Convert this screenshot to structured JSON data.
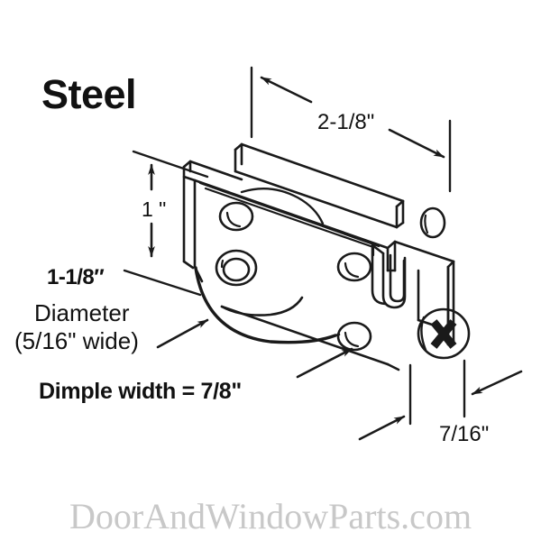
{
  "title": "Steel",
  "watermark": "DoorAndWindowParts.com",
  "product": {
    "material": "Steel",
    "type": "sliding-door-roller-assembly"
  },
  "dimensions": {
    "overall_width": "2-1/8\"",
    "height": "1 \"",
    "wheel_diameter_value": "1-1/8″",
    "wheel_diameter_word": "Diameter",
    "wheel_width": "(5/16\" wide)",
    "dimple_width": "Dimple width = 7/8\"",
    "housing_thickness": "7/16\""
  },
  "colors": {
    "background": "#ffffff",
    "line": "#1a1a1a",
    "text": "#111111",
    "watermark": "#c8c8c8"
  },
  "parts": [
    {
      "name": "top-mounting-rail",
      "label": ""
    },
    {
      "name": "roller-wheel",
      "label": ""
    },
    {
      "name": "housing-body",
      "label": ""
    },
    {
      "name": "phillips-adjustment-screw",
      "label": ""
    },
    {
      "name": "rivet-upper-left",
      "label": ""
    },
    {
      "name": "rivet-axle",
      "label": ""
    },
    {
      "name": "rivet-middle-right",
      "label": ""
    },
    {
      "name": "rivet-lower",
      "label": ""
    },
    {
      "name": "end-bracket-hole",
      "label": ""
    },
    {
      "name": "bracket-slot-tab",
      "label": ""
    }
  ]
}
